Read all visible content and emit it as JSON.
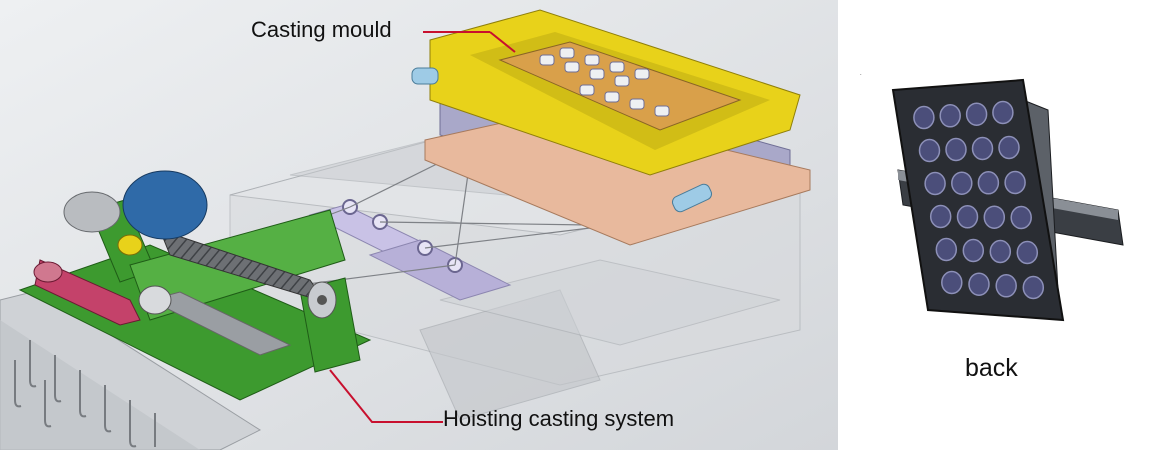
{
  "labels": {
    "casting_mould": "Casting mould",
    "hoisting_system": "Hoisting casting system",
    "back": "back"
  },
  "colors": {
    "leader_line": "#c8102e",
    "mould_frame": "#e8d21a",
    "mould_insert": "#d9a04a",
    "winch_frame": "#3d9a2f",
    "gear_cover": "#2f6aa8",
    "crank": "#c4426a",
    "tank": "#d8dadd",
    "panel_dark": "#2a2d33",
    "panel_cell": "#4b4e7a"
  }
}
